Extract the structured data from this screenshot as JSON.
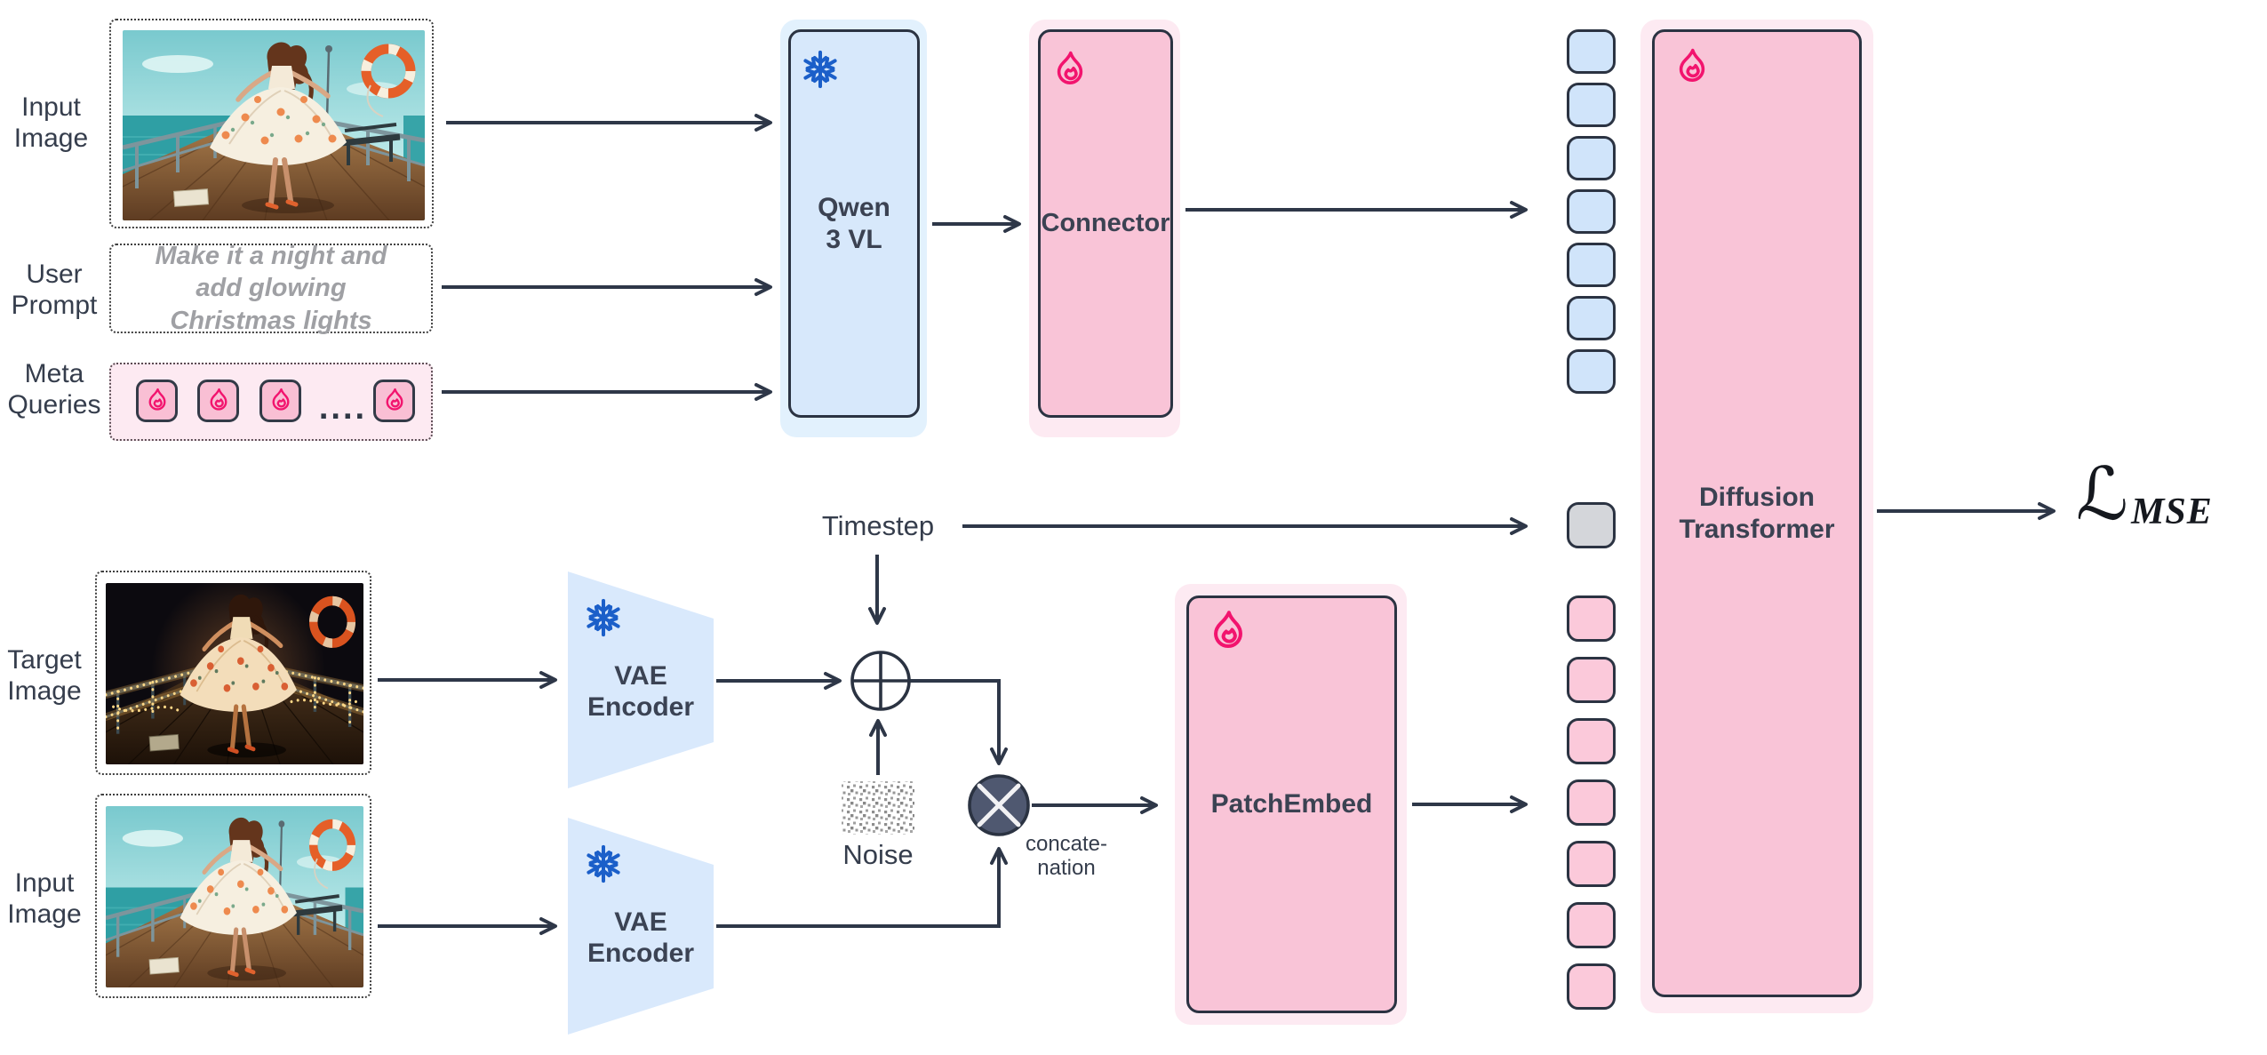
{
  "inputs": {
    "input_image_top": {
      "label": "Input Image",
      "photo": "pier-day-photo"
    },
    "user_prompt": {
      "label": "User Prompt",
      "text": "Make it a night and add glowing Christmas lights"
    },
    "meta_queries": {
      "label": "Meta Queries",
      "chip_count": 4,
      "ellipsis": "....",
      "chip_icon": "flame-icon"
    },
    "target_image": {
      "label": "Target Image",
      "photo": "pier-night-photo"
    },
    "input_image_bottom": {
      "label": "Input Image",
      "photo": "pier-day-photo"
    }
  },
  "blocks": {
    "qwen": {
      "title": "Qwen 3 VL",
      "state": "frozen",
      "state_icon": "snowflake-icon"
    },
    "connector": {
      "title": "Connector",
      "state": "trainable",
      "state_icon": "flame-icon"
    },
    "vae_encoder_top": {
      "title": "VAE Encoder",
      "state": "frozen",
      "state_icon": "snowflake-icon"
    },
    "vae_encoder_bottom": {
      "title": "VAE Encoder",
      "state": "frozen",
      "state_icon": "snowflake-icon"
    },
    "patch_embed": {
      "title": "PatchEmbed",
      "state": "trainable",
      "state_icon": "flame-icon"
    },
    "diffusion_transformer": {
      "title": "Diffusion Transformer",
      "state": "trainable",
      "state_icon": "flame-icon"
    }
  },
  "ops": {
    "timestep_label": "Timestep",
    "noise_label": "Noise",
    "concat_label_line1": "concate-",
    "concat_label_line2": "nation"
  },
  "loss": {
    "symbol": "ℒ",
    "subscript": "MSE"
  },
  "token_column": {
    "groups": [
      {
        "name": "vl-tokens",
        "color": "#d0e4fa",
        "count": 7
      },
      {
        "name": "timestep-token",
        "color": "#d4d6da",
        "count": 1
      },
      {
        "name": "image-tokens",
        "color": "#fbc9da",
        "count": 7
      }
    ]
  },
  "colors": {
    "frozen_fill": "#d7e8fb",
    "frozen_halo": "#e2f1fd",
    "trainable_fill": "#f9c4d7",
    "trainable_halo": "#fdeaf2",
    "snowflake": "#1b5fc9",
    "flame": "#f2146e",
    "outline": "#2b3342",
    "arrow": "#2e3748"
  }
}
